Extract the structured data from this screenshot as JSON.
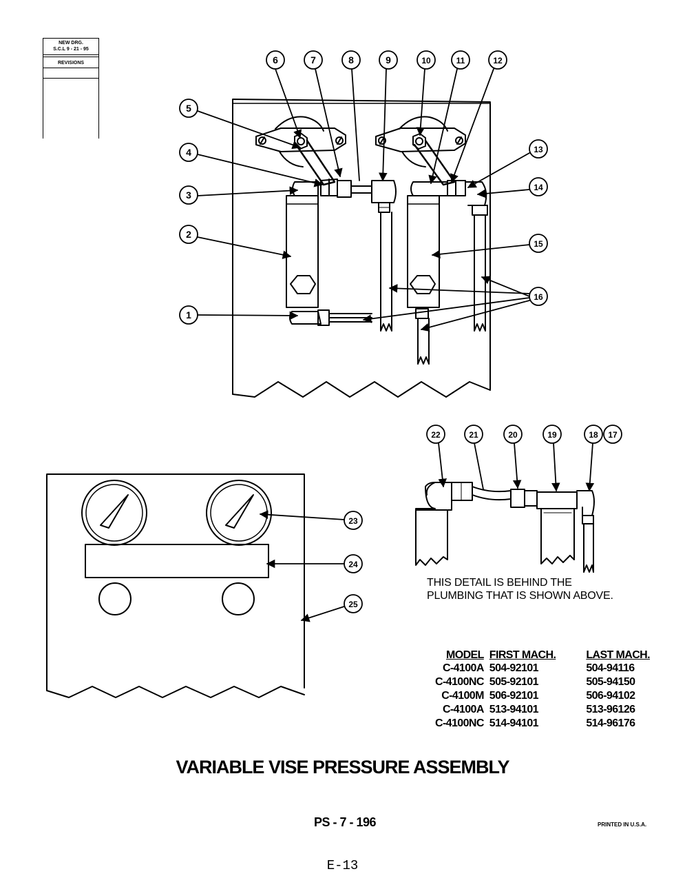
{
  "revision_block": {
    "line1": "NEW DRG.",
    "line2": "S.C.L 9 - 21 - 95",
    "label": "REVISIONS"
  },
  "callouts": [
    "1",
    "2",
    "3",
    "4",
    "5",
    "6",
    "7",
    "8",
    "9",
    "10",
    "11",
    "12",
    "13",
    "14",
    "15",
    "16",
    "17",
    "18",
    "19",
    "20",
    "21",
    "22",
    "23",
    "24",
    "25"
  ],
  "detail_note": {
    "line1": "THIS DETAIL IS BEHIND THE",
    "line2": "PLUMBING THAT IS SHOWN ABOVE."
  },
  "model_table": {
    "headers": [
      "MODEL",
      "FIRST MACH.",
      "LAST MACH."
    ],
    "rows": [
      [
        "C-4100A",
        "504-92101",
        "504-94116"
      ],
      [
        "C-4100NC",
        "505-92101",
        "505-94150"
      ],
      [
        "C-4100M",
        "506-92101",
        "506-94102"
      ],
      [
        "C-4100A",
        "513-94101",
        "513-96126"
      ],
      [
        "C-4100NC",
        "514-94101",
        "514-96176"
      ]
    ]
  },
  "title": "VARIABLE VISE PRESSURE ASSEMBLY",
  "drawing_code": "PS - 7 - 196",
  "printed_note": "PRINTED IN U.S.A.",
  "page_number": "E-13"
}
